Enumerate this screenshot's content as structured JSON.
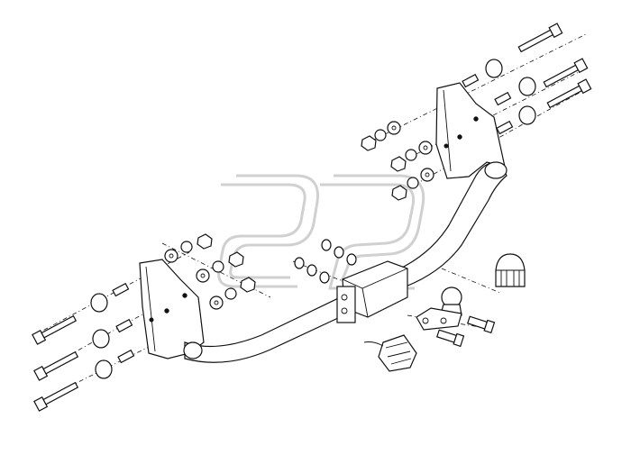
{
  "watermark": {
    "text": "S2",
    "color": "#c8c8c8"
  },
  "colors": {
    "line": "#111111",
    "background": "#ffffff"
  },
  "icons": [
    "tow-bar-frame",
    "tow-ball",
    "wiring-socket",
    "ball-cover",
    "bolt",
    "nut",
    "washer",
    "spacer"
  ]
}
